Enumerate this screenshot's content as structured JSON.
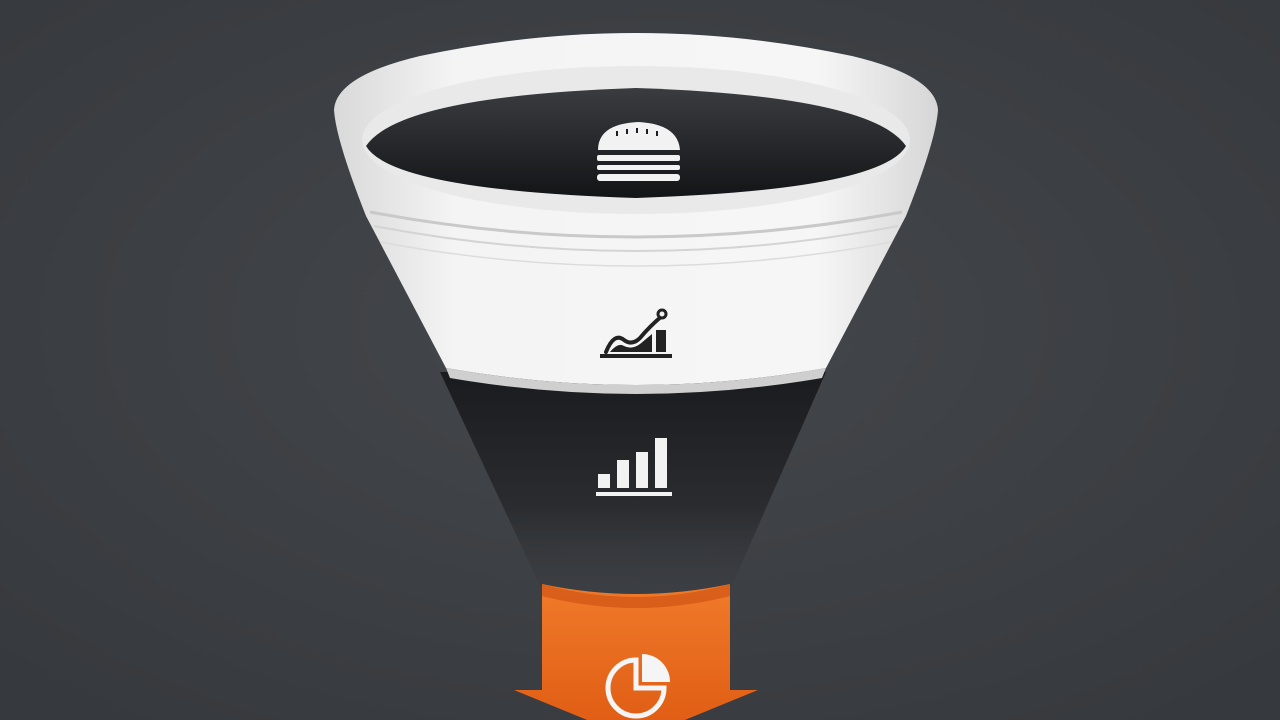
{
  "funnel": {
    "stages": [
      {
        "stage": "top",
        "icon": "burger-icon",
        "color": "#1c1d20"
      },
      {
        "stage": "middle",
        "icon": "line-chart-icon",
        "color": "#f2f2f2"
      },
      {
        "stage": "lower",
        "icon": "bar-chart-icon",
        "color": "#26282b"
      },
      {
        "stage": "output",
        "icon": "pie-chart-icon",
        "color": "#e8661d"
      }
    ]
  },
  "colors": {
    "background": "#3b3e42",
    "funnel_white": "#f2f2f2",
    "funnel_dark": "#1c1d20",
    "accent_orange": "#e8661d"
  }
}
